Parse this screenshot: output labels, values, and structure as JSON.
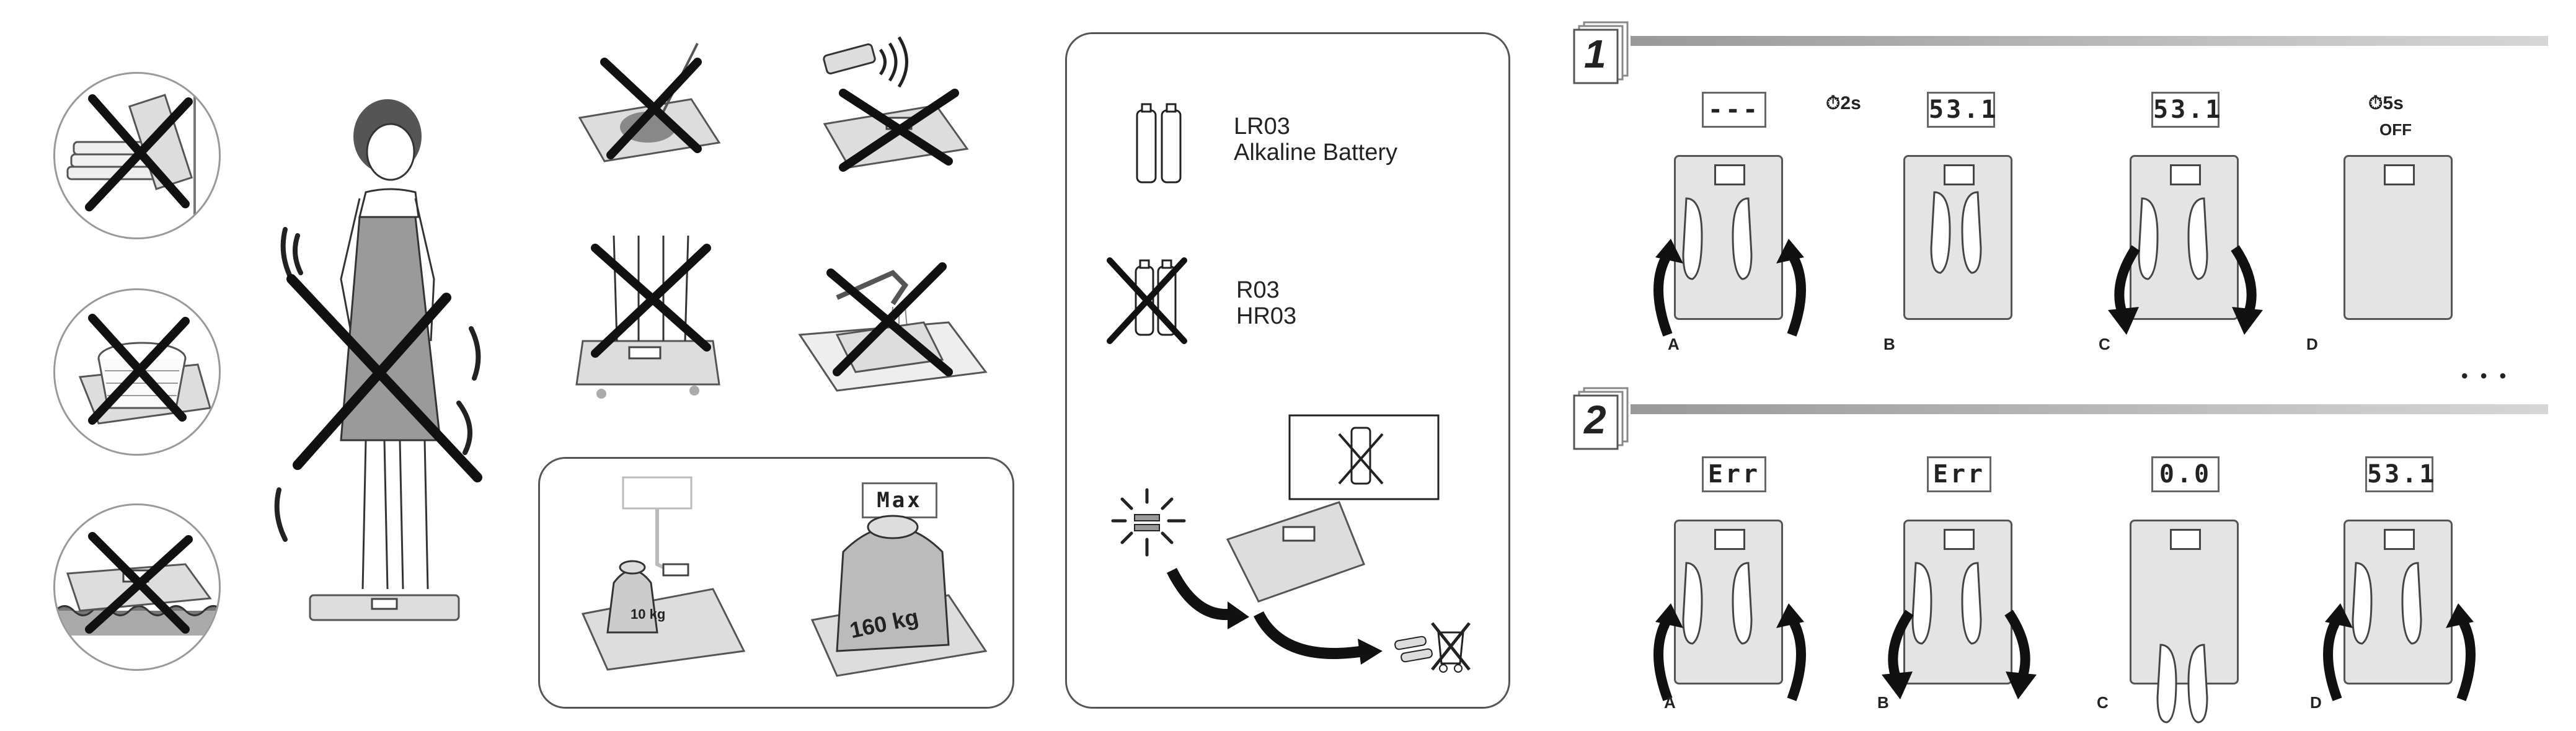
{
  "battery": {
    "ok": {
      "line1": "LR03",
      "line2": "Alkaline Battery"
    },
    "bad": {
      "line1": "R03",
      "line2": "HR03"
    }
  },
  "weights": {
    "small": "10 kg",
    "large": "160 kg",
    "max_display": "Max"
  },
  "section1": {
    "number": "1",
    "steps": [
      {
        "letter": "A",
        "display": "---"
      },
      {
        "letter": "B",
        "display": "53.1",
        "timer": "2s"
      },
      {
        "letter": "C",
        "display": "53.1"
      },
      {
        "letter": "D",
        "timer": "5s",
        "off": "OFF"
      }
    ],
    "more": "• • •"
  },
  "section2": {
    "number": "2",
    "steps": [
      {
        "letter": "A",
        "display": "Err"
      },
      {
        "letter": "B",
        "display": "Err"
      },
      {
        "letter": "C",
        "display": "0.0"
      },
      {
        "letter": "D",
        "display": "53.1"
      }
    ]
  },
  "colors": {
    "line": "#333333",
    "scale": "#e4e4e4",
    "cross": "#111111",
    "gray_bar": "#c8c8c8"
  }
}
